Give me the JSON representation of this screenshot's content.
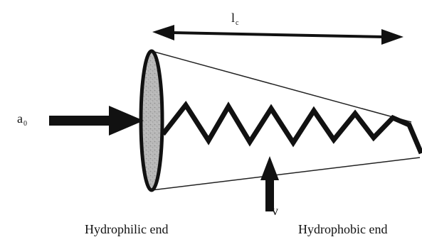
{
  "labels": {
    "critical_length": {
      "symbol": "l",
      "subscript": "c"
    },
    "head_area": {
      "symbol": "a",
      "subscript": "0"
    },
    "volume": "v",
    "hydrophilic_end": "Hydrophilic end",
    "hydrophobic_end": "Hydrophobic end"
  },
  "colors": {
    "stroke": "#111111",
    "head_fill": "#b9b9b9",
    "background": "#ffffff"
  }
}
